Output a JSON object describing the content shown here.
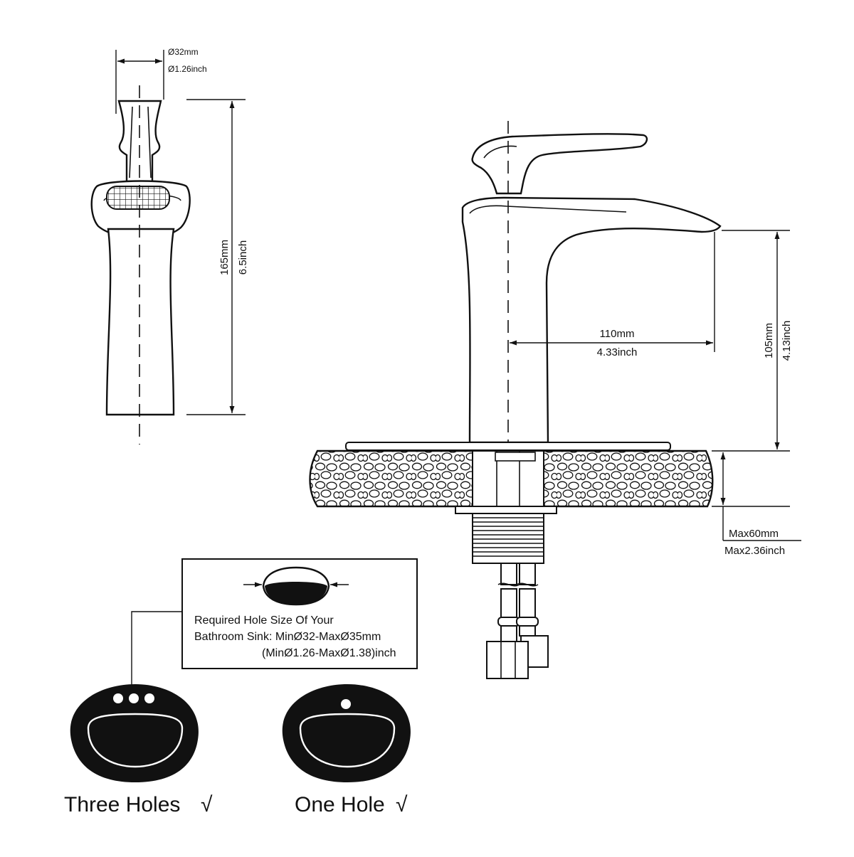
{
  "dimensions": {
    "handle_dia_mm": "Ø32mm",
    "handle_dia_inch": "Ø1.26inch",
    "height_mm": "165mm",
    "height_inch": "6.5inch",
    "reach_mm": "110mm",
    "reach_inch": "4.33inch",
    "spout_height_mm": "105mm",
    "spout_height_inch": "4.13inch",
    "deck_max_mm": "Max60mm",
    "deck_max_inch": "Max2.36inch"
  },
  "hole_note": {
    "line1": "Required Hole Size Of Your",
    "line2": "Bathroom Sink: MinØ32-MaxØ35mm",
    "line3": "(MinØ1.26-MaxØ1.38)inch"
  },
  "sinks": [
    {
      "label": "Three Holes",
      "mark": "√"
    },
    {
      "label": "One Hole",
      "mark": "√"
    }
  ],
  "colors": {
    "ink": "#111111",
    "paper": "#ffffff"
  },
  "icons": [
    "dimension-arrow",
    "sink-basin",
    "checkmark"
  ]
}
